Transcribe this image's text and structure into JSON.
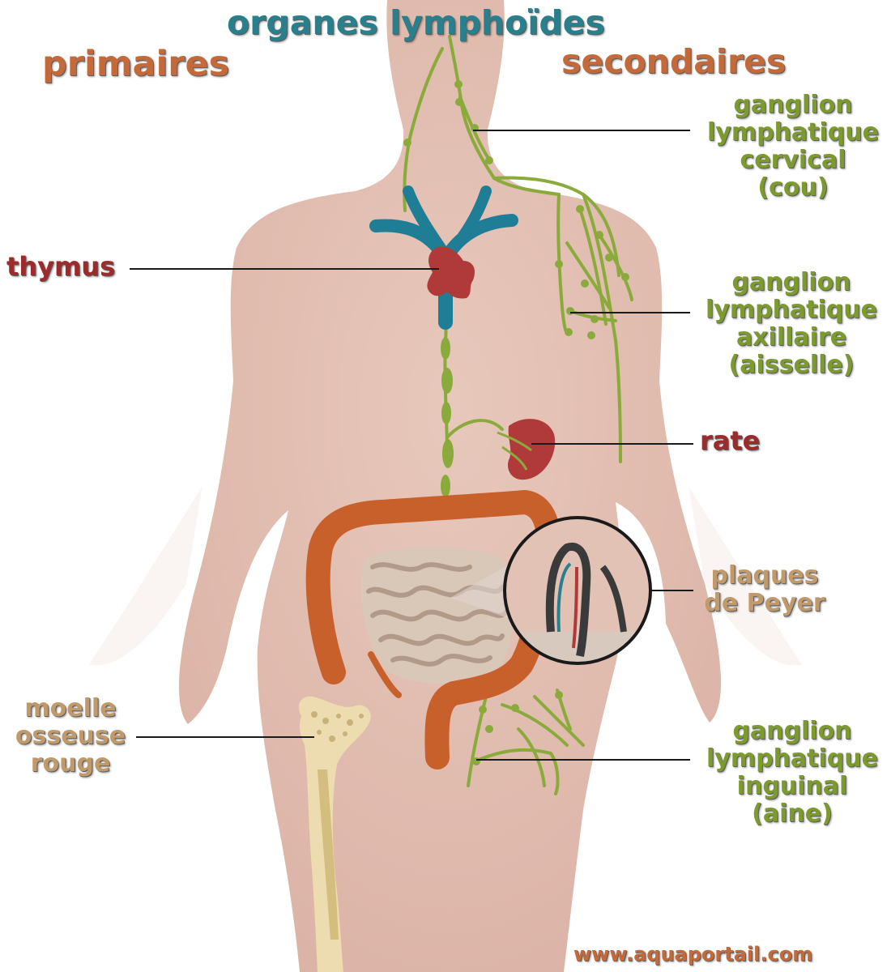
{
  "title": "organes lymphoïdes",
  "group_primary": "primaires",
  "group_secondary": "secondaires",
  "labels": {
    "cervical": [
      "ganglion",
      "lymphatique",
      "cervical",
      "(cou)"
    ],
    "thymus": "thymus",
    "axillaire": [
      "ganglion",
      "lymphatique",
      "axillaire",
      "(aisselle)"
    ],
    "rate": "rate",
    "peyer": [
      "plaques",
      "de Peyer"
    ],
    "moelle": [
      "moelle",
      "osseuse",
      "rouge"
    ],
    "inguinal": [
      "ganglion",
      "lymphatique",
      "inguinal",
      "(aine)"
    ]
  },
  "website": "www.aquaportail.com",
  "colors": {
    "title": "#2a7f8c",
    "primary": "#c46a3a",
    "secondary": "#c46a3a",
    "lymph_label": "#7c9a2e",
    "red_label": "#9e2b2b",
    "tan_label": "#c19a6b",
    "skin": "#e2c0b4",
    "lymph": "#8aab3c",
    "vessel": "#1f7e95",
    "organ_red": "#b03a3a",
    "colon": "#c8602c",
    "intestine": "#d9c7b8",
    "bone": "#ecdcaf"
  }
}
